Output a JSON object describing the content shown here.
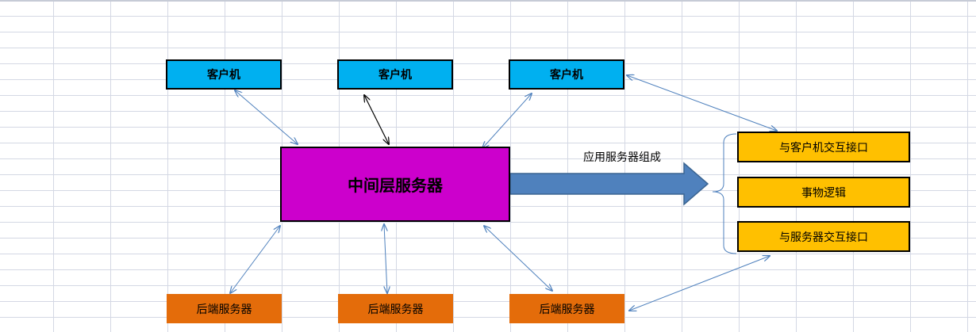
{
  "clients": [
    "客户机",
    "客户机",
    "客户机"
  ],
  "middle_server": "中间层服务器",
  "backends": [
    "后端服务器",
    "后端服务器",
    "后端服务器"
  ],
  "arrow_label": "应用服务器组成",
  "components": [
    "与客户机交互接口",
    "事物逻辑",
    "与服务器交互接口"
  ],
  "colors": {
    "client": "#00b0f0",
    "middle": "#cc00cc",
    "backend": "#e46c0a",
    "component": "#ffc000",
    "big_arrow": "#4f81bd",
    "connector": "#4f81bd"
  }
}
